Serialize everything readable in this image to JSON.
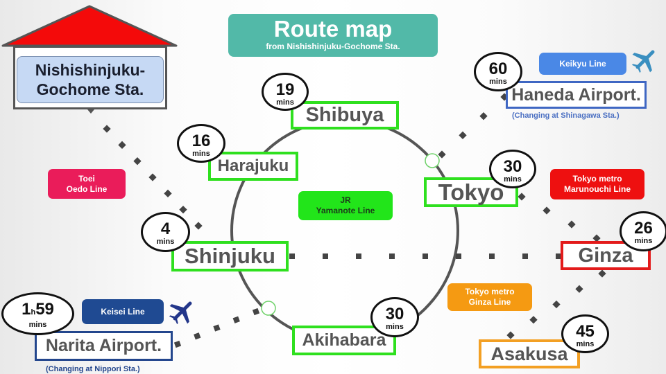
{
  "title": {
    "main": "Route map",
    "subtitle": "from Nishishinjuku-Gochome Sta."
  },
  "origin": {
    "line1": "Nishishinjuku-",
    "line2": "Gochome Sta.",
    "icon": "house-icon"
  },
  "loop_line": {
    "line1": "JR",
    "line2": "Yamanote Line",
    "color": "#22e51a"
  },
  "lines": {
    "toei_oedo": {
      "line1": "Toei",
      "line2": "Oedo Line",
      "color": "#ea1c5a"
    },
    "keikyu": {
      "label": "Keikyu Line",
      "color": "#4a88e6"
    },
    "marunouchi": {
      "line1": "Tokyo metro",
      "line2": "Marunouchi Line",
      "color": "#ee1010"
    },
    "ginza": {
      "line1": "Tokyo metro",
      "line2": "Ginza Line",
      "color": "#f59a12"
    },
    "keisei": {
      "label": "Keisei Line",
      "color": "#1f4a92"
    }
  },
  "stations": {
    "shibuya": {
      "name": "Shibuya",
      "time": "19",
      "unit": "mins"
    },
    "harajuku": {
      "name": "Harajuku",
      "time": "16",
      "unit": "mins"
    },
    "shinjuku": {
      "name": "Shinjuku",
      "time": "4",
      "unit": "mins"
    },
    "akihabara": {
      "name": "Akihabara",
      "time": "30",
      "unit": "mins"
    },
    "tokyo": {
      "name": "Tokyo",
      "time": "30",
      "unit": "mins"
    },
    "ginza": {
      "name": "Ginza",
      "time": "26",
      "unit": "mins"
    },
    "asakusa": {
      "name": "Asakusa",
      "time": "45",
      "unit": "mins"
    },
    "haneda": {
      "name": "Haneda Airport.",
      "time": "60",
      "unit": "mins",
      "note": "(Changing at Shinagawa Sta.)",
      "icon": "airplane-icon"
    },
    "narita": {
      "name": "Narita Airport.",
      "time_h": "1",
      "time_h_unit": "h",
      "time_m": "59",
      "unit": "mins",
      "note": "(Changing at Nippori Sta.)",
      "icon": "airplane-icon"
    }
  }
}
